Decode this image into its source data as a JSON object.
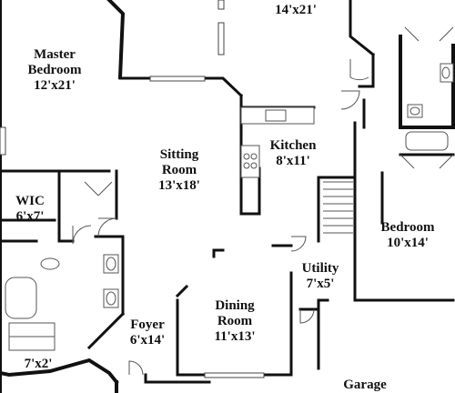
{
  "colors": {
    "wall": "#111111",
    "fixture": "#555555",
    "background": "#ffffff"
  },
  "rooms": {
    "living": {
      "dims": "14'x21'"
    },
    "master_bedroom": {
      "name_line1": "Master",
      "name_line2": "Bedroom",
      "dims": "12'x21'"
    },
    "sitting_room": {
      "name_line1": "Sitting",
      "name_line2": "Room",
      "dims": "13'x18'"
    },
    "kitchen": {
      "name": "Kitchen",
      "dims": "8'x11'"
    },
    "wic": {
      "name": "WIC",
      "dims": "6'x7'"
    },
    "bedroom": {
      "name": "Bedroom",
      "dims": "10'x14'"
    },
    "utility": {
      "name": "Utility",
      "dims": "7'x5'"
    },
    "dining_room": {
      "name_line1": "Dining",
      "name_line2": "Room",
      "dims": "11'x13'"
    },
    "foyer": {
      "name": "Foyer",
      "dims": "6'x14'"
    },
    "closet": {
      "dims": "7'x2'"
    },
    "garage": {
      "name": "Garage"
    }
  }
}
